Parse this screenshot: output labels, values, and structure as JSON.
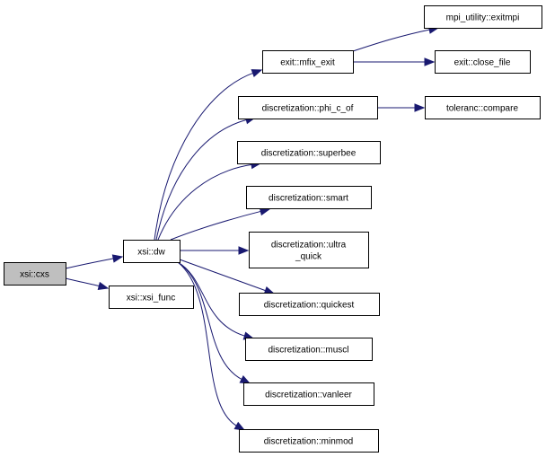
{
  "graph": {
    "type": "call-graph",
    "edge_color": "#191970",
    "root_fill": "#bfbfbf",
    "nodes": [
      {
        "id": "cxs",
        "label": [
          "xsi::cxs"
        ],
        "root": true
      },
      {
        "id": "dw",
        "label": [
          "xsi::dw"
        ]
      },
      {
        "id": "xsi_func",
        "label": [
          "xsi::xsi_func"
        ]
      },
      {
        "id": "mfix_exit",
        "label": [
          "exit::mfix_exit"
        ]
      },
      {
        "id": "phi_c_of",
        "label": [
          "discretization::phi_c_of"
        ]
      },
      {
        "id": "superbee",
        "label": [
          "discretization::superbee"
        ]
      },
      {
        "id": "smart",
        "label": [
          "discretization::smart"
        ]
      },
      {
        "id": "ultra_quick",
        "label": [
          "discretization::ultra",
          "_quick"
        ]
      },
      {
        "id": "quickest",
        "label": [
          "discretization::quickest"
        ]
      },
      {
        "id": "muscl",
        "label": [
          "discretization::muscl"
        ]
      },
      {
        "id": "vanleer",
        "label": [
          "discretization::vanleer"
        ]
      },
      {
        "id": "minmod",
        "label": [
          "discretization::minmod"
        ]
      },
      {
        "id": "exitmpi",
        "label": [
          "mpi_utility::exitmpi"
        ]
      },
      {
        "id": "close_file",
        "label": [
          "exit::close_file"
        ]
      },
      {
        "id": "compare",
        "label": [
          "toleranc::compare"
        ]
      }
    ],
    "edges": [
      {
        "from": "cxs",
        "to": "dw"
      },
      {
        "from": "cxs",
        "to": "xsi_func"
      },
      {
        "from": "dw",
        "to": "mfix_exit"
      },
      {
        "from": "dw",
        "to": "phi_c_of"
      },
      {
        "from": "dw",
        "to": "superbee"
      },
      {
        "from": "dw",
        "to": "smart"
      },
      {
        "from": "dw",
        "to": "ultra_quick"
      },
      {
        "from": "dw",
        "to": "quickest"
      },
      {
        "from": "dw",
        "to": "muscl"
      },
      {
        "from": "dw",
        "to": "vanleer"
      },
      {
        "from": "dw",
        "to": "minmod"
      },
      {
        "from": "mfix_exit",
        "to": "exitmpi"
      },
      {
        "from": "mfix_exit",
        "to": "close_file"
      },
      {
        "from": "phi_c_of",
        "to": "compare"
      }
    ]
  }
}
